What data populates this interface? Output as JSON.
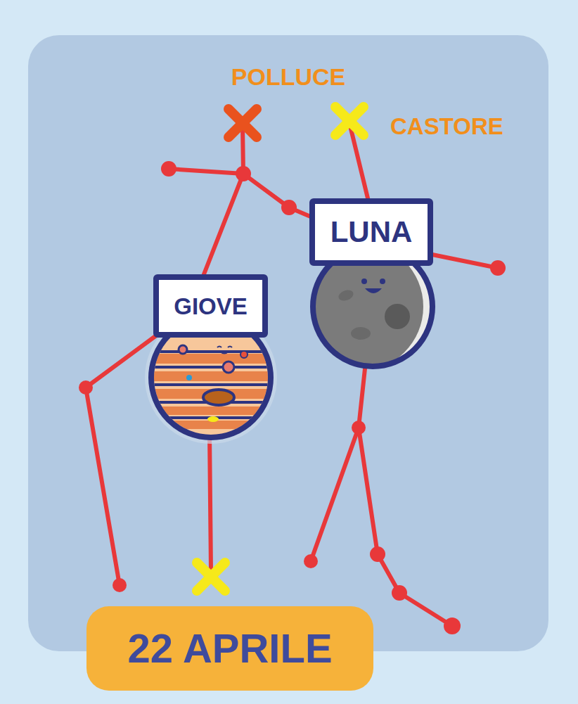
{
  "diagram": {
    "nodes": [
      {
        "text": [
          "LUNA"
        ]
      },
      {
        "text": [
          "GIOVE"
        ]
      },
      {
        "text": [
          "22 APRILE"
        ]
      }
    ],
    "labels": [
      "POLLUCE",
      "CASTORE"
    ]
  }
}
